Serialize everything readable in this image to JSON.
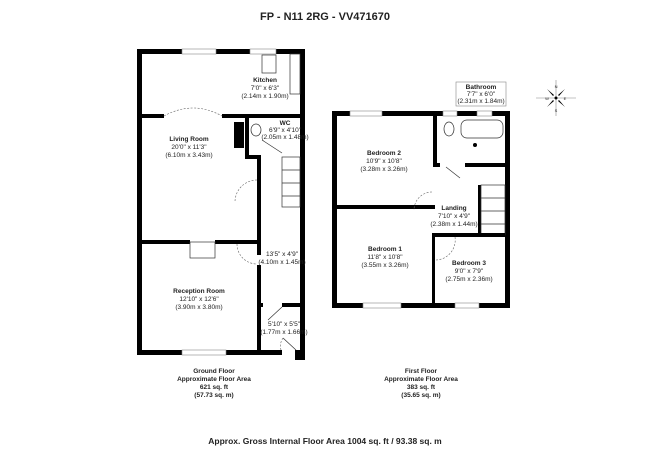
{
  "title": "FP - N11 2RG - VV471670",
  "ground_floor": {
    "rooms": [
      {
        "name": "Kitchen",
        "imperial": "7'0\" x 6'3\"",
        "metric": "(2.14m x 1.90m)"
      },
      {
        "name": "WC",
        "imperial": "6'9\" x 4'10\"",
        "metric": "(2.05m x 1.48m)"
      },
      {
        "name": "Living Room",
        "imperial": "20'0\" x 11'3\"",
        "metric": "(6.10m x 3.43m)"
      },
      {
        "name": "Reception Room",
        "imperial": "12'10\" x 12'6\"",
        "metric": "(3.90m x 3.80m)"
      },
      {
        "name": "",
        "imperial": "13'5\" x 4'9\"",
        "metric": "(4.10m x 1.45m)"
      },
      {
        "name": "",
        "imperial": "5'10\" x 5'5\"",
        "metric": "(1.77m x 1.66m)"
      }
    ],
    "summary": {
      "floor": "Ground Floor",
      "label": "Approximate Floor Area",
      "sqft": "621 sq. ft",
      "sqm": "(57.73 sq. m)"
    }
  },
  "first_floor": {
    "rooms": [
      {
        "name": "Bathroom",
        "imperial": "7'7\" x 6'0\"",
        "metric": "(2.31m x 1.84m)"
      },
      {
        "name": "Bedroom 2",
        "imperial": "10'9\" x 10'8\"",
        "metric": "(3.28m x 3.26m)"
      },
      {
        "name": "Landing",
        "imperial": "7'10\" x 4'9\"",
        "metric": "(2.38m x 1.44m)"
      },
      {
        "name": "Bedroom 1",
        "imperial": "11'8\" x 10'8\"",
        "metric": "(3.55m x 3.26m)"
      },
      {
        "name": "Bedroom 3",
        "imperial": "9'0\" x 7'9\"",
        "metric": "(2.75m x 2.36m)"
      }
    ],
    "summary": {
      "floor": "First Floor",
      "label": "Approximate Floor Area",
      "sqft": "383 sq. ft",
      "sqm": "(35.65 sq. m)"
    }
  },
  "compass": {
    "n": "N",
    "s": "S",
    "e": "E",
    "w": "W"
  },
  "total": "Approx. Gross Internal Floor Area 1004 sq. ft / 93.38 sq. m"
}
